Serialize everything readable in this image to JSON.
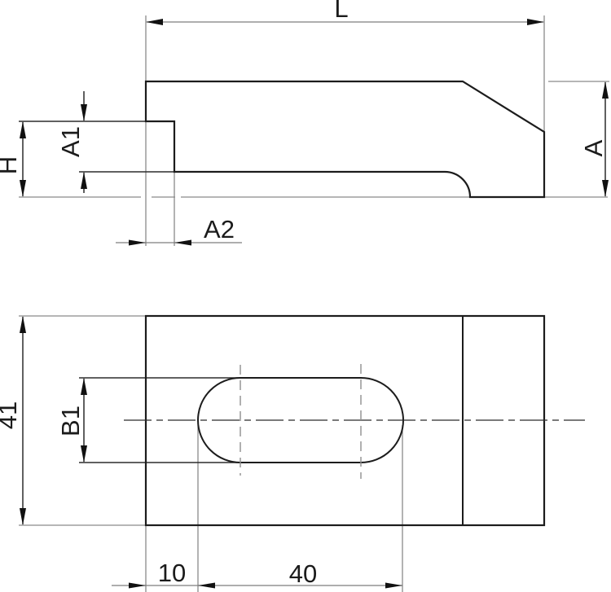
{
  "drawing": {
    "kind": "technical-drawing",
    "description": "Two-view dimensioned drawing of a slotted clamping bar: side elevation above, plan view with slot below",
    "dims": {
      "L": "L",
      "H": "H",
      "A1": "A1",
      "A2": "A2",
      "A": "A",
      "width41": "41",
      "B1": "B1",
      "offset10": "10",
      "slot40": "40"
    },
    "colors": {
      "background": "#ffffff",
      "part_outline": "#1c1c1c",
      "dimension_lines": "#1c1c1c",
      "extension_lines": "#8a8a8a",
      "arrowheads": "#111111",
      "text": "#1b1b1b"
    }
  }
}
